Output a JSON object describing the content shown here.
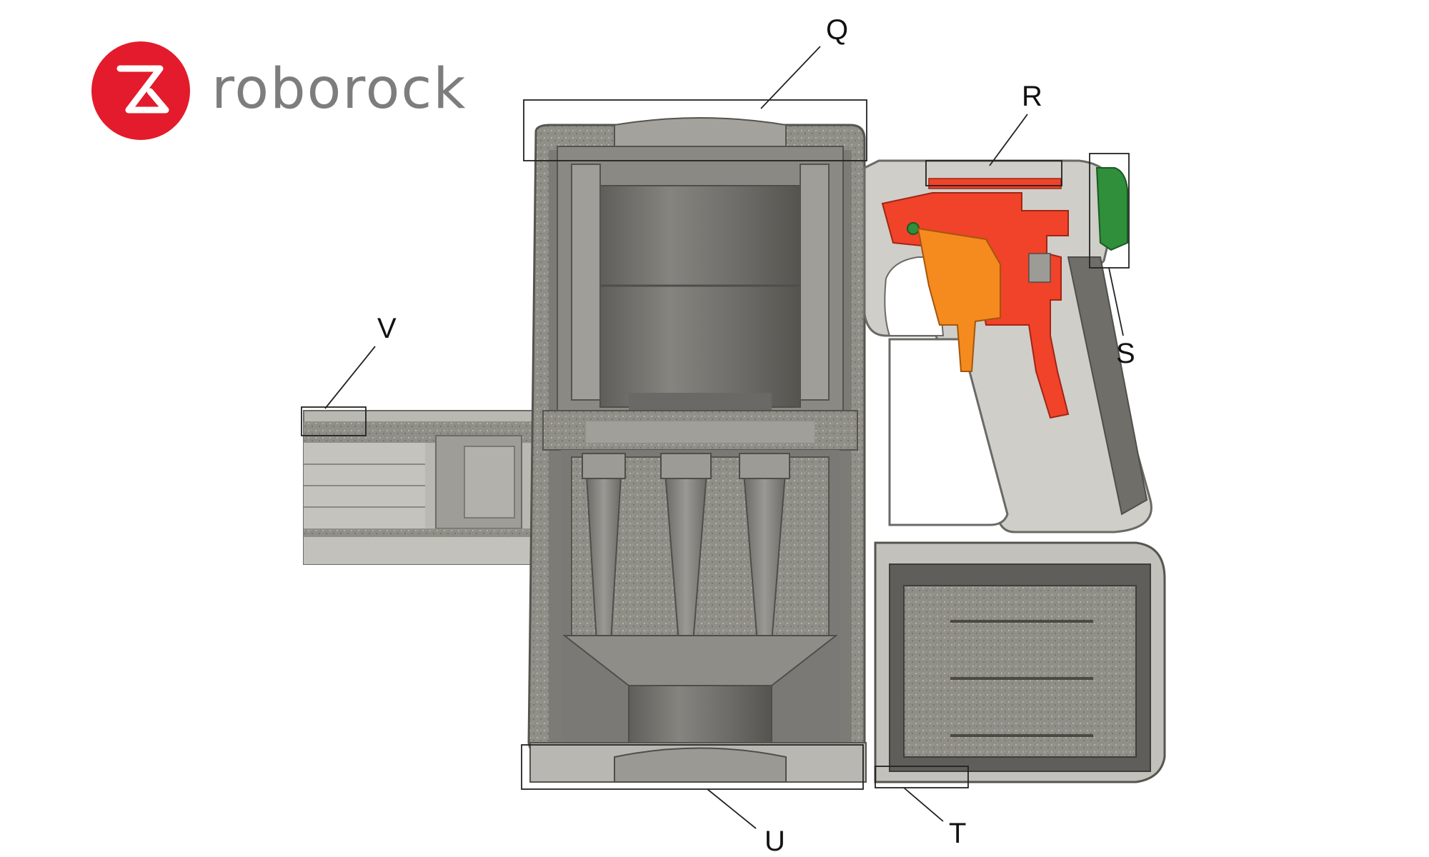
{
  "brand": {
    "name": "roborock",
    "logo_icon": "roborock-z-icon",
    "logo_color": "#e31b2c",
    "text_color": "#7d7d7d"
  },
  "callouts": [
    {
      "id": "Q",
      "label": "Q"
    },
    {
      "id": "R",
      "label": "R"
    },
    {
      "id": "S",
      "label": "S"
    },
    {
      "id": "T",
      "label": "T"
    },
    {
      "id": "U",
      "label": "U"
    },
    {
      "id": "V",
      "label": "V"
    }
  ],
  "colors": {
    "body_dark": "#6e6d69",
    "body_mid": "#8b8a85",
    "body_light": "#c9c8c3",
    "trigger_orange": "#f58a1f",
    "mechanism_red": "#f0432a",
    "pcb_green": "#2f8f3a"
  }
}
